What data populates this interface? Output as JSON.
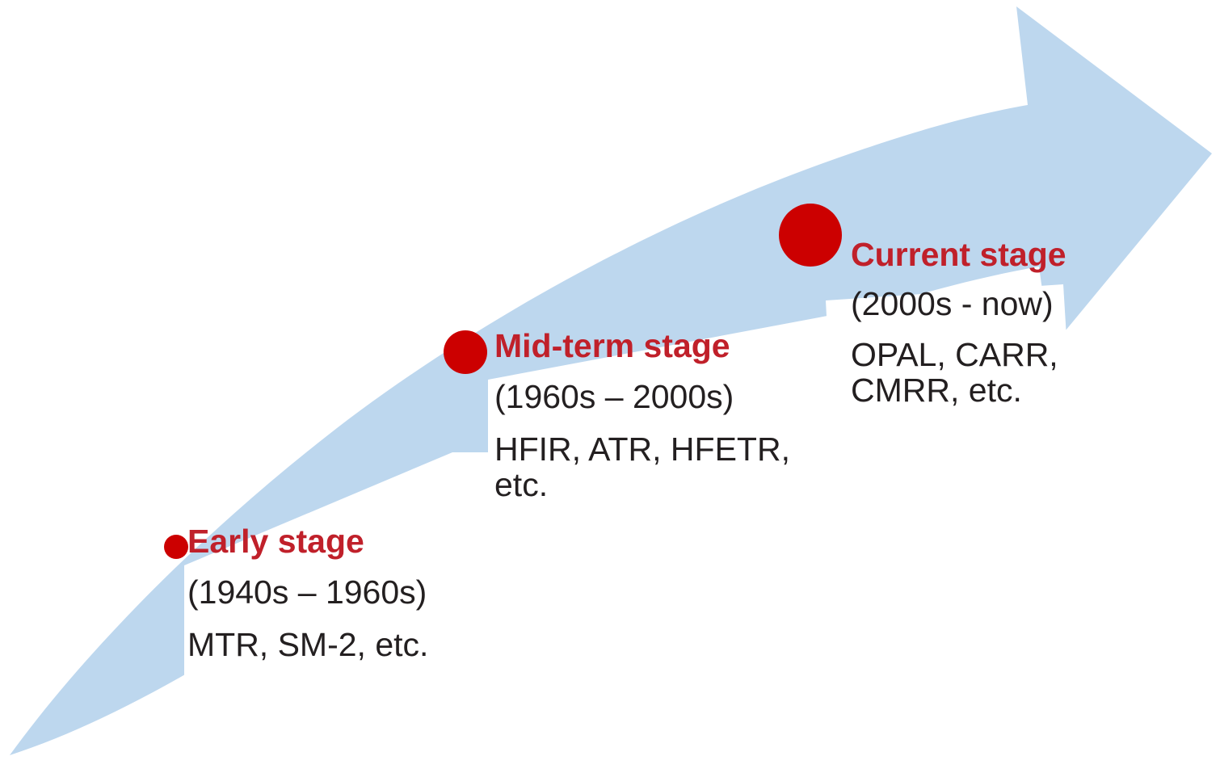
{
  "figure": {
    "type": "timeline-arrow-diagram",
    "orientation": "ascending-left-to-right",
    "background_color": "#ffffff",
    "arrow": {
      "name": "growth-arrow",
      "fill_color": "#bdd7ee",
      "direction": "up-and-right"
    },
    "marker_color": "#cc0000",
    "title_color": "#c0202a",
    "body_text_color": "#231f20"
  },
  "stages": [
    {
      "id": "early",
      "title": "Early stage",
      "period": "(1940s – 1960s)",
      "examples": "MTR, SM-2, etc.",
      "marker_size": "small"
    },
    {
      "id": "mid-term",
      "title": "Mid-term stage",
      "period": "(1960s – 2000s)",
      "examples": "HFIR, ATR, HFETR, etc.",
      "marker_size": "medium"
    },
    {
      "id": "current",
      "title": "Current stage",
      "period": "(2000s - now)",
      "examples": "OPAL, CARR, CMRR, etc.",
      "marker_size": "large"
    }
  ]
}
